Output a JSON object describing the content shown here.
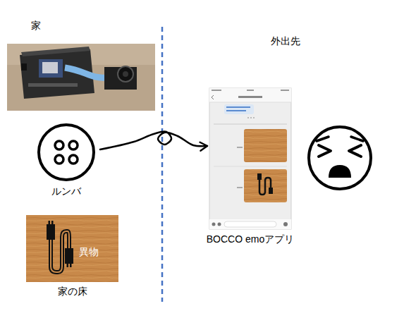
{
  "diagram": {
    "nodes": [
      {
        "text": [
          "ルンバ"
        ]
      },
      {
        "text": [
          "異物",
          "家の床"
        ]
      },
      {
        "text": [
          "BOCCO emoアプリ"
        ]
      }
    ],
    "edges": [
      {
        "from": 0,
        "to": 2,
        "arrow": "to"
      }
    ],
    "labels": [
      "家",
      "外出先"
    ]
  }
}
